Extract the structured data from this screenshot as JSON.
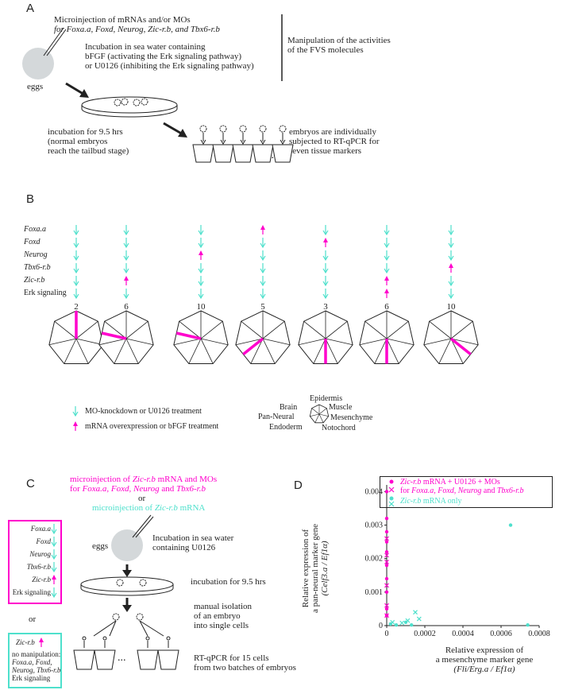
{
  "panels": {
    "a": "A",
    "b": "B",
    "c": "C",
    "d": "D"
  },
  "panel_a": {
    "microinjection_line1": "Microinjection of mRNAs and/or MOs",
    "microinjection_line2": "for Foxa.a, Foxd, Neurog, Zic-r.b, and Tbx6-r.b",
    "incubation_line1": "Incubation in sea water containing",
    "incubation_line2": "bFGF (activating the Erk signaling pathway)",
    "incubation_line3": "or U0126 (inhibiting the Erk signaling pathway)",
    "manipulation_line1": "Manipulation of the activities",
    "manipulation_line2": "of the FVS molecules",
    "eggs": "eggs",
    "incubation95_line1": "incubation for 9.5 hrs",
    "incubation95_line2": "(normal embryos",
    "incubation95_line3": "reach the tailbud stage)",
    "ellipsis": "...",
    "rtqpcr_line1": "embryos are individually",
    "rtqpcr_line2": "subjected to RT-qPCR for",
    "rtqpcr_line3": "seven tissue markers"
  },
  "panel_b": {
    "rows": [
      "Foxa.a",
      "Foxd",
      "Neurog",
      "Tbx6-r.b",
      "Zic-r.b",
      "Erk signaling"
    ],
    "columns": [
      {
        "count": "2",
        "arrows": [
          "down",
          "down",
          "down",
          "down",
          "down",
          "down"
        ]
      },
      {
        "count": "6",
        "arrows": [
          "down",
          "down",
          "down",
          "down",
          "up",
          "down"
        ]
      },
      {
        "count": "10",
        "arrows": [
          "down",
          "down",
          "up",
          "down",
          "down",
          "down"
        ]
      },
      {
        "count": "5",
        "arrows": [
          "up",
          "down",
          "down",
          "down",
          "down",
          "down"
        ]
      },
      {
        "count": "3",
        "arrows": [
          "down",
          "up",
          "down",
          "down",
          "down",
          "down"
        ]
      },
      {
        "count": "6",
        "arrows": [
          "down",
          "down",
          "down",
          "down",
          "up",
          "up"
        ]
      },
      {
        "count": "10",
        "arrows": [
          "down",
          "down",
          "down",
          "up",
          "down",
          "down"
        ]
      }
    ],
    "legend_down": "MO-knockdown or U0126 treatment",
    "legend_up": "mRNA overexpression or bFGF treatment",
    "tissues": {
      "epidermis": "Epidermis",
      "brain": "Brain",
      "muscle": "Muscle",
      "pan_neural": "Pan-Neural",
      "mesenchyme": "Mesenchyme",
      "endoderm": "Endoderm",
      "notochord": "Notochord"
    },
    "colors": {
      "down": "#4ee0cc",
      "up": "#ff00cc"
    }
  },
  "panel_c": {
    "title_line1_pre": "microinjection of ",
    "title_line1_gene": "Zic-r.b",
    "title_line1_post": " mRNA and MOs",
    "title_line2_pre": "for ",
    "title_line2_genes": "Foxa.a, Foxd, Neurog",
    "title_line2_and": " and ",
    "title_line2_last": "Tbx6-r.b",
    "or1": "or",
    "title_line3_pre": "microinjection of ",
    "title_line3_gene": "Zic-r.b",
    "title_line3_post": " mRNA",
    "eggs": "eggs",
    "incubation_line1": "Incubation in sea water",
    "incubation_line2": "containing U0126",
    "incubation95": "incubation for 9.5 hrs",
    "isolation_line1": "manual isolation",
    "isolation_line2": "of an embryo",
    "isolation_line3": "into single cells",
    "rtqpcr_line1": "RT-qPCR for 15 cells",
    "rtqpcr_line2": "from two batches of embryos",
    "box1_rows": [
      "Foxa.a",
      "Foxd",
      "Neurog",
      "Tbx6-r.b",
      "Zic-r.b",
      "Erk signaling"
    ],
    "box1_arrows": [
      "down",
      "down",
      "down",
      "down",
      "up",
      "down"
    ],
    "or2": "or",
    "box2_gene": "Zic-r.b",
    "box2_line1": "no manipulation:",
    "box2_line2": "Foxa.a, Foxd,",
    "box2_line3": "Neurog, Tbx6-r.b",
    "box2_line4": "Erk signaling",
    "ellipsis": "..."
  },
  "chart_data": {
    "type": "scatter",
    "xlabel_line1": "Relative expression of",
    "xlabel_line2": "a mesenchyme marker gene",
    "xlabel_line3": "(Fli/Erg.a / Ef1α)",
    "ylabel_line1": "Relative expression of",
    "ylabel_line2": "a pan-neural marker gene",
    "ylabel_line3": "(Celf3.a / Ef1α)",
    "xlim": [
      0,
      0.0008
    ],
    "ylim": [
      0,
      0.0042
    ],
    "xticks": [
      "0",
      "0.0002",
      "0.0004",
      "0.0006",
      "0.0008"
    ],
    "yticks": [
      "0",
      "0.001",
      "0.002",
      "0.003",
      "0.004"
    ],
    "legend": {
      "s1_gene": "Zic-r.b",
      "s1_rest": " mRNA + U0126 + MOs",
      "s1_line2_pre": "for ",
      "s1_line2_genes": "Foxa.a, Foxd, Neurog",
      "s1_line2_and": " and ",
      "s1_line2_last": "Tbx6-r.b",
      "s2_gene": "Zic-r.b",
      "s2_rest": " mRNA only"
    },
    "series": [
      {
        "color": "#ff00cc",
        "dots": [
          [
            0,
            0.004
          ],
          [
            0,
            0.0032
          ],
          [
            0,
            0.0028
          ],
          [
            0,
            0.0025
          ],
          [
            0,
            0.0022
          ],
          [
            0,
            0.0018
          ],
          [
            0,
            0.0014
          ],
          [
            0,
            0.001
          ],
          [
            0,
            0.0005
          ],
          [
            0,
            0.0003
          ]
        ],
        "crosses": [
          [
            0,
            0.0026
          ],
          [
            0,
            0.0021
          ],
          [
            0,
            0.0019
          ],
          [
            0,
            0.0012
          ],
          [
            0,
            0.0006
          ],
          [
            0,
            0.0003
          ]
        ]
      },
      {
        "color": "#4ee0cc",
        "dots": [
          [
            0.00065,
            0.003
          ],
          [
            2e-05,
            5e-05
          ],
          [
            5e-05,
            2e-05
          ],
          [
            0.0001,
            0.0001
          ],
          [
            0.00013,
            2e-05
          ],
          [
            0.00074,
            2e-05
          ]
        ],
        "crosses": [
          [
            0.00015,
            0.0004
          ],
          [
            0.00017,
            0.0002
          ],
          [
            8e-05,
            8e-05
          ],
          [
            0.00011,
            0.00015
          ],
          [
            3e-05,
            0.0001
          ]
        ]
      }
    ]
  }
}
